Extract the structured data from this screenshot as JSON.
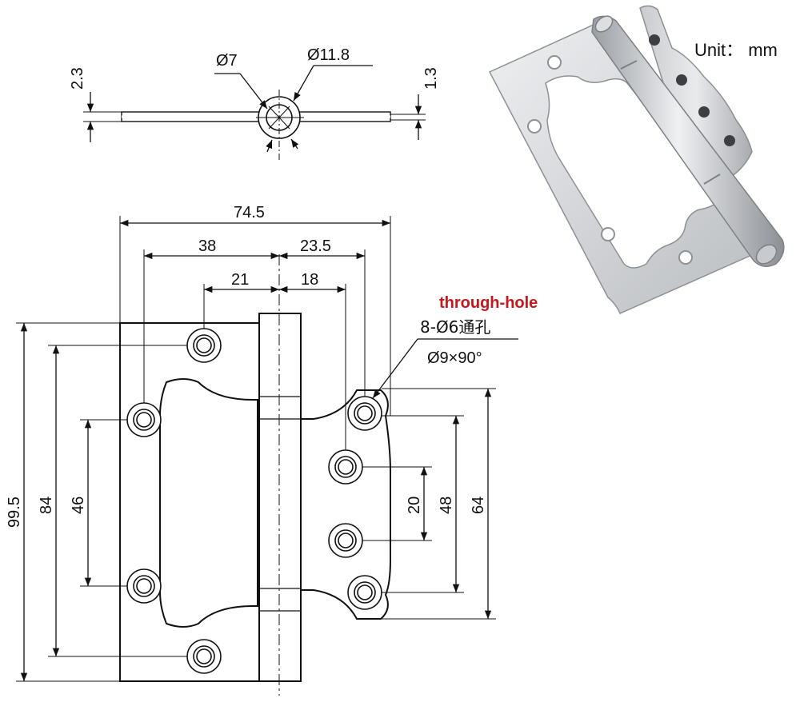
{
  "unit_label": "Unit： mm",
  "side_view": {
    "thickness_left": "2.3",
    "thickness_right": "1.3",
    "pin_diameter": "Ø7",
    "knuckle_diameter": "Ø11.8"
  },
  "front_view": {
    "overall_width": "74.5",
    "left_hole_offset": "38",
    "right_hole_offset": "23.5",
    "left_inner_offset": "21",
    "right_inner_offset": "18",
    "overall_height": "99.5",
    "left_outer_spacing": "84",
    "left_inner_spacing": "46",
    "right_inner_spacing": "20",
    "right_mid_spacing": "48",
    "right_outer_spacing": "64"
  },
  "hole_note": {
    "annotation": "through-hole",
    "count_spec": "8-Ø6通孔",
    "countersink": "Ø9×90°"
  },
  "colors": {
    "line": "#111111",
    "annotation_red": "#c8161d",
    "steel_light": "#e2e3e5",
    "steel_mid": "#c4c6c9",
    "steel_dark": "#8d9095"
  }
}
